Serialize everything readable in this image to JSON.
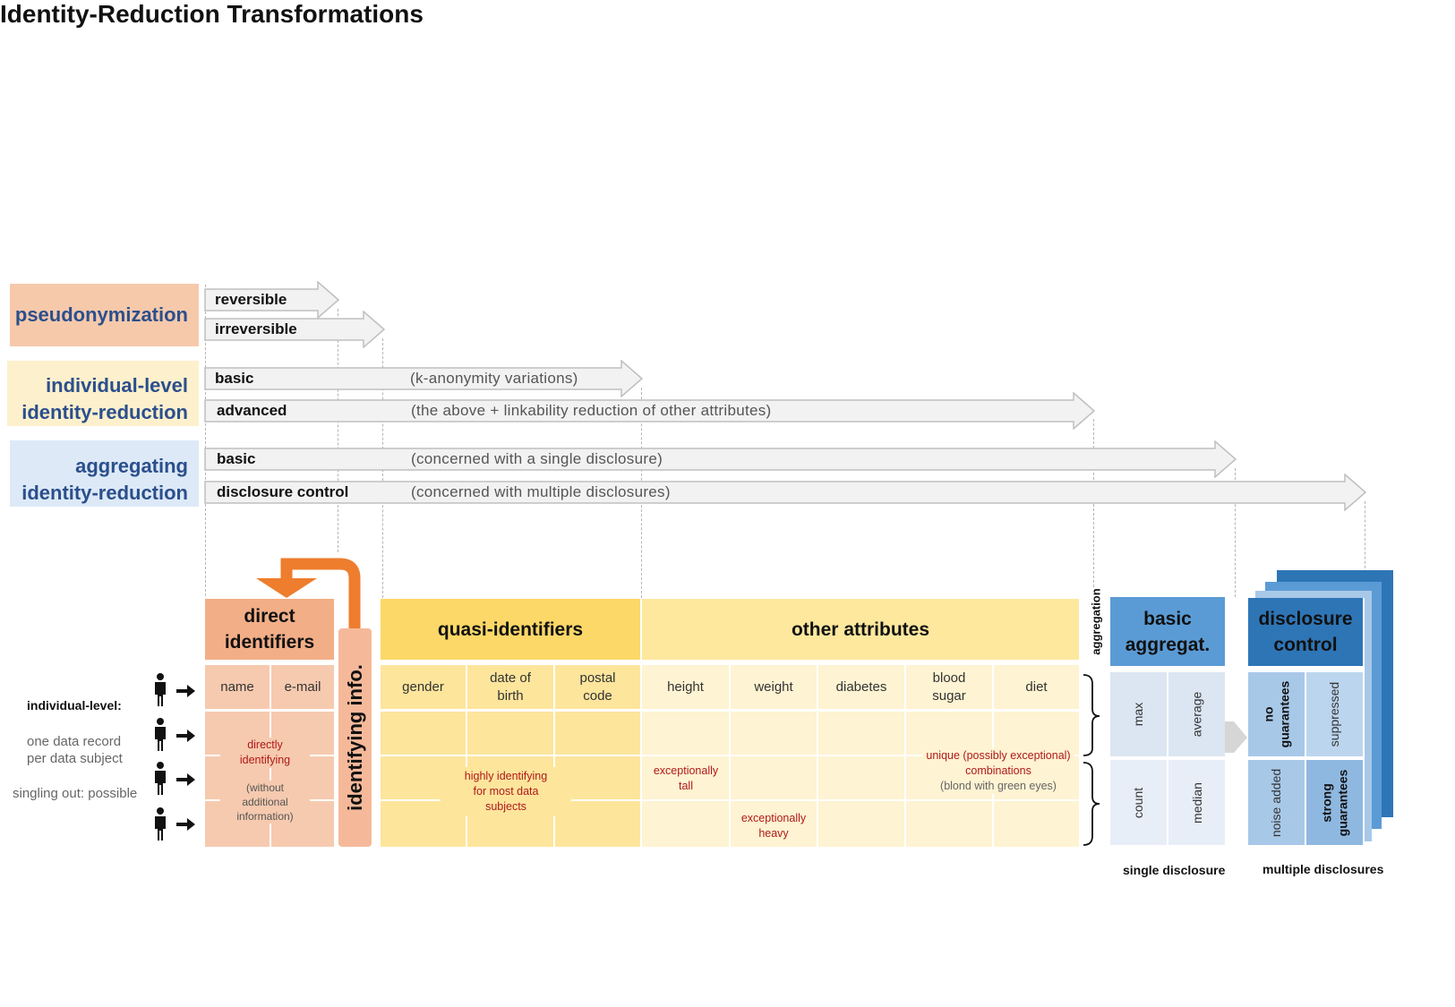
{
  "title": "Identity-Reduction Transformations",
  "categories": {
    "pseudonymization": "pseudonymization",
    "individual_line1": "individual-level",
    "individual_line2": "identity-reduction",
    "aggregating_line1": "aggregating",
    "aggregating_line2": "identity-reduction"
  },
  "arrows": {
    "pseudo_reversible": "reversible",
    "pseudo_irreversible": "irreversible",
    "indiv_basic": "basic",
    "indiv_basic_note": "(k-anonymity variations)",
    "indiv_advanced": "advanced",
    "indiv_advanced_note": "(the above + linkability reduction of other attributes)",
    "agg_basic": "basic",
    "agg_basic_note": "(concerned with a single disclosure)",
    "agg_dc": "disclosure control",
    "agg_dc_note": "(concerned with multiple disclosures)"
  },
  "headers": {
    "direct_1": "direct",
    "direct_2": "identifiers",
    "identifying_info": "identifying info.",
    "quasi": "quasi-identifiers",
    "other": "other attributes",
    "aggregation": "aggregation",
    "basic_agg_1": "basic",
    "basic_agg_2": "aggregat.",
    "dc_1": "disclosure",
    "dc_2": "control"
  },
  "columns": {
    "name": "name",
    "email": "e-mail",
    "gender": "gender",
    "dob_1": "date of",
    "dob_2": "birth",
    "postal_1": "postal",
    "postal_2": "code",
    "height": "height",
    "weight": "weight",
    "diabetes": "diabetes",
    "blood_1": "blood",
    "blood_2": "sugar",
    "diet": "diet"
  },
  "notes": {
    "direct_1": "directly",
    "direct_2": "identifying",
    "direct_3": "(without",
    "direct_4": "additional",
    "direct_5": "information)",
    "quasi_1": "highly identifying",
    "quasi_2": "for most data",
    "quasi_3": "subjects",
    "tall_1": "exceptionally",
    "tall_2": "tall",
    "heavy_1": "exceptionally",
    "heavy_2": "heavy",
    "unique_1": "unique (possibly exceptional)",
    "unique_2": "combinations",
    "unique_3": "(blond with green eyes)"
  },
  "left": {
    "heading": "individual-level:",
    "line1": "one data record",
    "line2": "per data subject",
    "line3": "singling out: possible"
  },
  "aggregates": {
    "max": "max",
    "average": "average",
    "count": "count",
    "median": "median"
  },
  "disclosure_control": {
    "no_1": "no",
    "no_2": "guarantees",
    "suppressed": "suppressed",
    "noise": "noise added",
    "strong_1": "strong",
    "strong_2": "guarantees"
  },
  "footers": {
    "single": "single disclosure",
    "multiple": "multiple disclosures"
  },
  "colors": {
    "pseudo_bg": "#f6c9ab",
    "indiv_bg": "#fdf0cc",
    "agg_bg": "#dde9f7",
    "category_text": "#2b4f8c",
    "direct_header": "#f2ae87",
    "direct_cells": "#f6caaf",
    "identifying_bar": "#f5b99a",
    "orange_arrow": "#ee7d2e",
    "quasi_header": "#fcd868",
    "quasi_cells": "#fde59c",
    "other_header": "#fde89e",
    "other_cells": "#fef3d2",
    "basic_agg_header": "#5b9bd5",
    "basic_agg_cells": "#dce6f2",
    "dc_header": "#2e75b6",
    "dc_cells": "#a8c8e8",
    "arrow_fill": "#f2f2f2",
    "arrow_stroke": "#bfbfbf",
    "note_red": "#b01919"
  },
  "icons": [
    "person-icon",
    "right-arrow-icon",
    "curved-arrow-icon",
    "brace-icon",
    "chevron-right-icon"
  ]
}
